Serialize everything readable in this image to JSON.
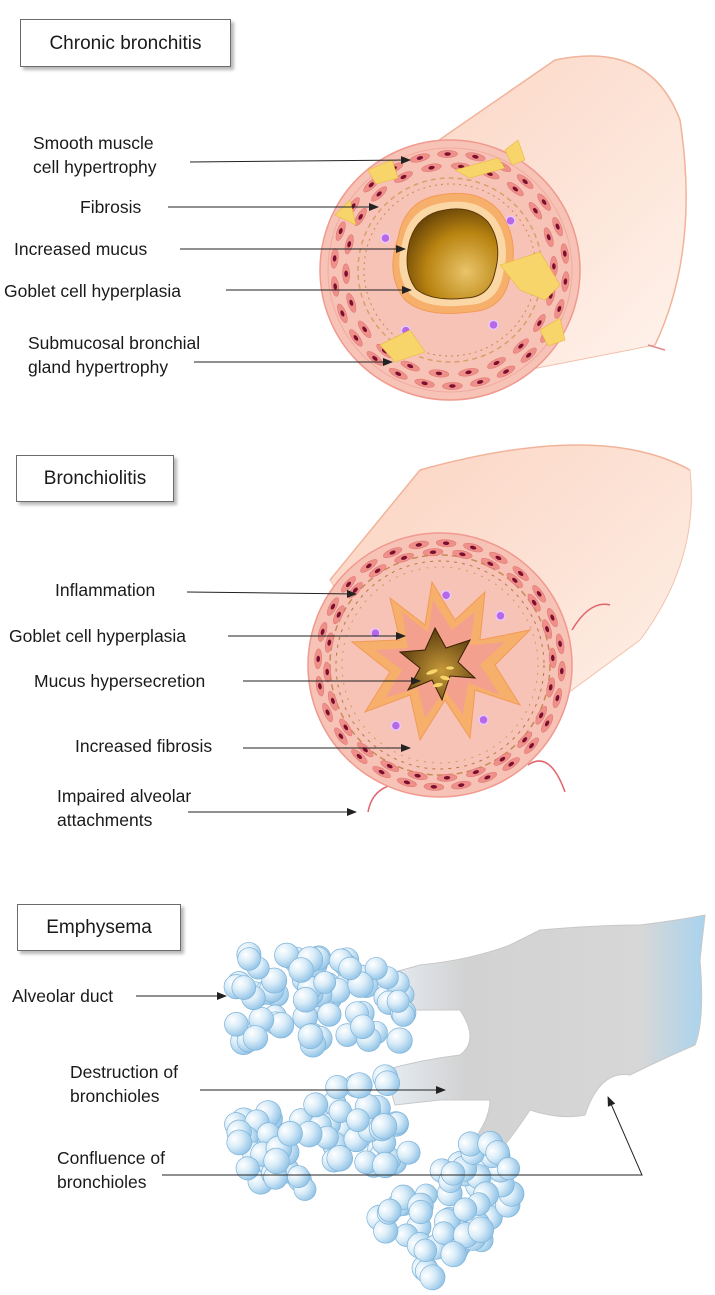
{
  "colors": {
    "tube": "#fbd9c8",
    "wall": "#f8bfb4",
    "cell": "#ef8f8a",
    "nucleus": "#7a1030",
    "lumen": "#a9770a",
    "gland": "#f8d76e",
    "alveolus": "#cfe6f5",
    "duct": "#d4d4d4"
  },
  "sections": [
    {
      "title": "Chronic bronchitis",
      "labels": [
        {
          "lines": [
            "Smooth muscle",
            "cell hypertrophy"
          ]
        },
        {
          "lines": [
            "Fibrosis"
          ]
        },
        {
          "lines": [
            "Increased mucus"
          ]
        },
        {
          "lines": [
            "Goblet cell hyperplasia"
          ]
        },
        {
          "lines": [
            "Submucosal bronchial",
            "gland hypertrophy"
          ]
        }
      ]
    },
    {
      "title": "Bronchiolitis",
      "labels": [
        {
          "lines": [
            "Inflammation"
          ]
        },
        {
          "lines": [
            "Goblet cell hyperplasia"
          ]
        },
        {
          "lines": [
            "Mucus hypersecretion"
          ]
        },
        {
          "lines": [
            "Increased fibrosis"
          ]
        },
        {
          "lines": [
            "Impaired alveolar",
            "attachments"
          ]
        }
      ]
    },
    {
      "title": "Emphysema",
      "labels": [
        {
          "lines": [
            "Alveolar duct"
          ]
        },
        {
          "lines": [
            "Destruction of",
            "bronchioles"
          ]
        },
        {
          "lines": [
            "Confluence of",
            "bronchioles"
          ]
        }
      ]
    }
  ]
}
